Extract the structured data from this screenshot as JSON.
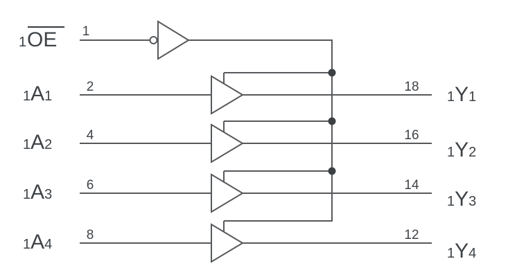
{
  "diagram_title": "quad-buffer-with-active-low-enable",
  "colors": {
    "background": "#ffffff",
    "wire": "#56585b",
    "text": "#3f4347",
    "junction_dot": "#3d4043"
  },
  "enable_row": {
    "pin": "1",
    "label_pre": "1",
    "label_base": "OE",
    "gate_icon": "inverter-gate-icon"
  },
  "channels": [
    {
      "input_pin": "2",
      "input_pre": "1",
      "input_base": "A",
      "input_sub": "1",
      "output_pin": "18",
      "output_pre": "1",
      "output_base": "Y",
      "output_sub": "1"
    },
    {
      "input_pin": "4",
      "input_pre": "1",
      "input_base": "A",
      "input_sub": "2",
      "output_pin": "16",
      "output_pre": "1",
      "output_base": "Y",
      "output_sub": "2"
    },
    {
      "input_pin": "6",
      "input_pre": "1",
      "input_base": "A",
      "input_sub": "3",
      "output_pin": "14",
      "output_pre": "1",
      "output_base": "Y",
      "output_sub": "3"
    },
    {
      "input_pin": "8",
      "input_pre": "1",
      "input_base": "A",
      "input_sub": "4",
      "output_pin": "12",
      "output_pre": "1",
      "output_base": "Y",
      "output_sub": "4"
    }
  ]
}
